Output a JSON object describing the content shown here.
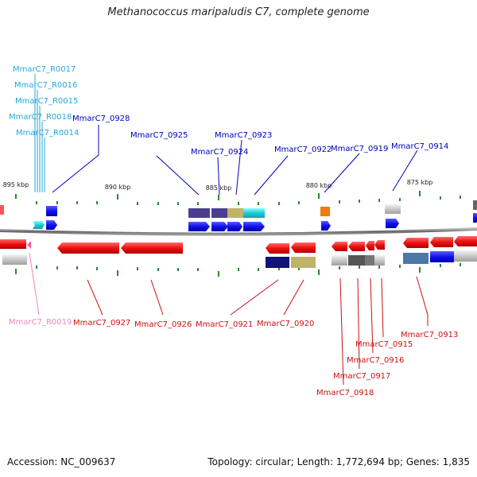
{
  "title": "Methanococcus maripaludis C7, complete genome",
  "footer": {
    "accession": "Accession: NC_009637",
    "topology": "Topology: circular; Length: 1,772,694 bp; Genes: 1,835"
  },
  "colors": {
    "backbone": "#777777",
    "tick": "#2a8a2a",
    "label_forward": "#0000bb",
    "label_reverse": "#cc1111",
    "label_rna_forward": "#22aadd",
    "label_rna_reverse": "#ee88bb"
  },
  "scale_labels": [
    "895 kbp",
    "890 kbp",
    "885 kbp",
    "880 kbp",
    "875 kbp"
  ],
  "forward_labels": [
    "MmarC7_0928",
    "MmarC7_0925",
    "MmarC7_0924",
    "MmarC7_0923",
    "MmarC7_0922",
    "MmarC7_0919",
    "MmarC7_0914"
  ],
  "forward_rna_labels": [
    "MmarC7_R0017",
    "MmarC7_R0016",
    "MmarC7_R0015",
    "MmarC7_R0018",
    "MmarC7_R0014"
  ],
  "reverse_labels": [
    "MmarC7_0927",
    "MmarC7_0926",
    "MmarC7_0921",
    "MmarC7_0920",
    "MmarC7_0913",
    "MmarC7_0915",
    "MmarC7_0916",
    "MmarC7_0917",
    "MmarC7_0918"
  ],
  "reverse_rna_labels": [
    "MmarC7_R0019"
  ]
}
